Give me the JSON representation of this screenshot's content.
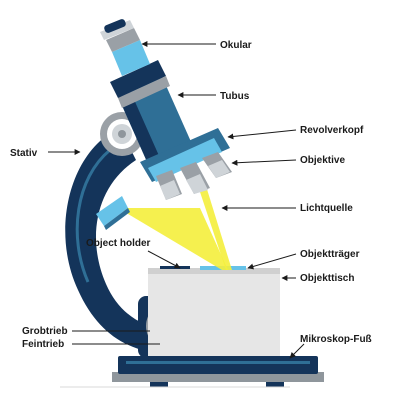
{
  "colors": {
    "dark_navy": "#14345a",
    "mid_blue": "#2f6f96",
    "light_blue": "#66c2e8",
    "grey": "#9aa0a6",
    "stage_grey": "#e6e6e6",
    "beam_yellow": "#f4ee3c"
  },
  "labels": {
    "okular": "Okular",
    "tubus": "Tubus",
    "revolverkopf": "Revolverkopf",
    "objektive": "Objektive",
    "stativ": "Stativ",
    "lichtquelle": "Lichtquelle",
    "object_holder": "Object holder",
    "objekttraeger": "Objektträger",
    "objekttisch": "Objekttisch",
    "grobtrieb": "Grobtrieb",
    "feintrieb": "Feintrieb",
    "mikroskop_fuss": "Mikroskop-Fuß"
  }
}
